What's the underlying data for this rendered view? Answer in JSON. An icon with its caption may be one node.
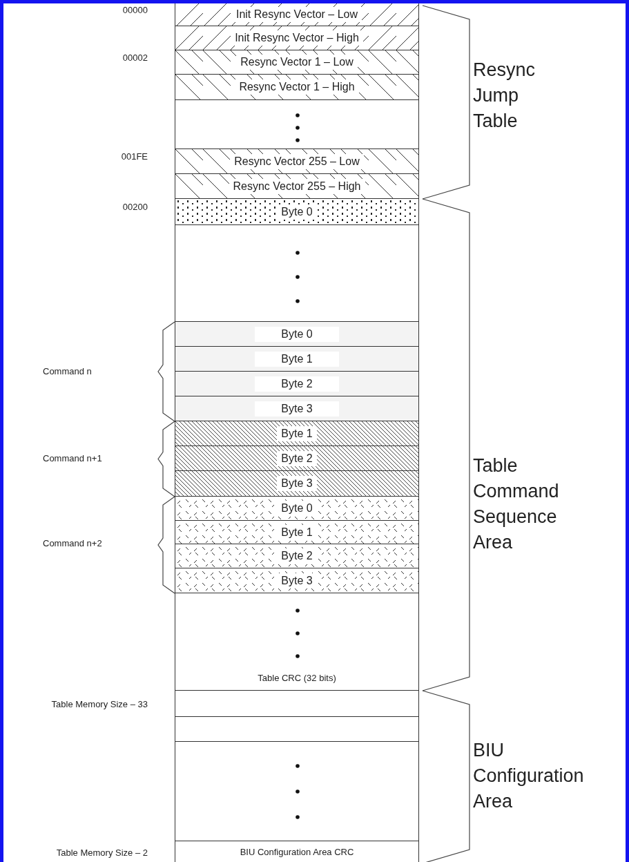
{
  "diagram": {
    "nodes": [
      {
        "text": [
          "Init Resync Vector – Low"
        ],
        "beside": [
          "00000"
        ]
      },
      {
        "text": [
          "Init Resync Vector – High"
        ]
      },
      {
        "text": [
          "Resync Vector 1 – Low"
        ],
        "beside": [
          "00002"
        ]
      },
      {
        "text": [
          "Resync Vector 1 – High"
        ]
      },
      {
        "text": [],
        "shape": "box"
      },
      {
        "text": [
          "Resync Vector 255 – Low"
        ],
        "beside": [
          "001FE"
        ]
      },
      {
        "text": [
          "Resync Vector 255 – High"
        ]
      },
      {
        "text": [
          "Byte 0"
        ],
        "beside": [
          "00200"
        ]
      },
      {
        "text": [],
        "shape": "box"
      },
      {
        "text": [
          "Byte 0"
        ]
      },
      {
        "text": [
          "Byte 1"
        ]
      },
      {
        "text": [
          "Byte 2"
        ]
      },
      {
        "text": [
          "Byte 3"
        ]
      },
      {
        "text": [
          "Byte 1"
        ]
      },
      {
        "text": [
          "Byte 2"
        ]
      },
      {
        "text": [
          "Byte 3"
        ]
      },
      {
        "text": [
          "Byte 0"
        ]
      },
      {
        "text": [
          "Byte 1"
        ]
      },
      {
        "text": [
          "Byte 2"
        ]
      },
      {
        "text": [
          "Byte 3"
        ]
      },
      {
        "text": [
          "Table CRC (32 bits)"
        ]
      },
      {
        "text": [],
        "shape": "box",
        "beside": [
          "Table Memory Size – 33"
        ]
      },
      {
        "text": [],
        "shape": "box"
      },
      {
        "text": [],
        "shape": "box"
      },
      {
        "text": [
          "BIU Configuration Area CRC"
        ],
        "beside": [
          "Table Memory Size – 2"
        ]
      }
    ],
    "labels": [
      "Resync Jump Table",
      "Command n",
      "Command n+1",
      "Table Command Sequence Area",
      "Command n+2",
      "BIU Configuration Area"
    ]
  }
}
